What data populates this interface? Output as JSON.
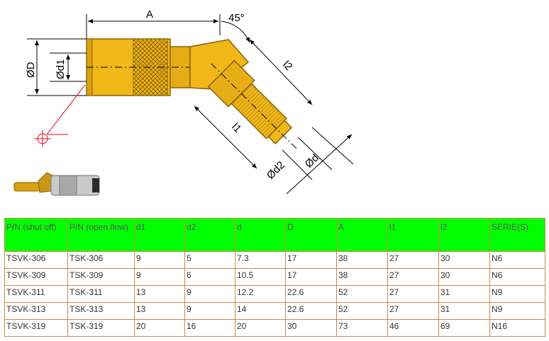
{
  "drawing": {
    "labels": {
      "A": "A",
      "angle": "45°",
      "l2": "l2",
      "l1": "l1",
      "D": "ØD",
      "d1": "Ød1",
      "d2": "Ød2",
      "d": "Ød"
    },
    "colors": {
      "brass": "#f2b81a",
      "brass_dark": "#b8860b",
      "leader": "#e0001a"
    }
  },
  "table": {
    "headers": [
      "P/N (shut off)",
      "P/N (open flow)",
      "d1",
      "d2",
      "d",
      "D",
      "A",
      "l1",
      "l2",
      "SERIE(S)"
    ],
    "rows": [
      [
        "TSVK-306",
        "TSK-306",
        "9",
        "5",
        "7.3",
        "17",
        "38",
        "27",
        "30",
        "N6"
      ],
      [
        "TSVK-309",
        "TSK-309",
        "9",
        "6",
        "10.5",
        "17",
        "38",
        "27",
        "30",
        "N6"
      ],
      [
        "TSVK-311",
        "TSK-311",
        "13",
        "9",
        "12.2",
        "22.6",
        "52",
        "27",
        "31",
        "N9"
      ],
      [
        "TSVK-313",
        "TSK-313",
        "13",
        "9",
        "14",
        "22.6",
        "52",
        "27",
        "31",
        "N9"
      ],
      [
        "TSVK-319",
        "TSK-319",
        "20",
        "16",
        "20",
        "30",
        "73",
        "46",
        "69",
        "N16"
      ]
    ],
    "header_bg": "#00ff00",
    "border_color": "#c58a4e"
  }
}
